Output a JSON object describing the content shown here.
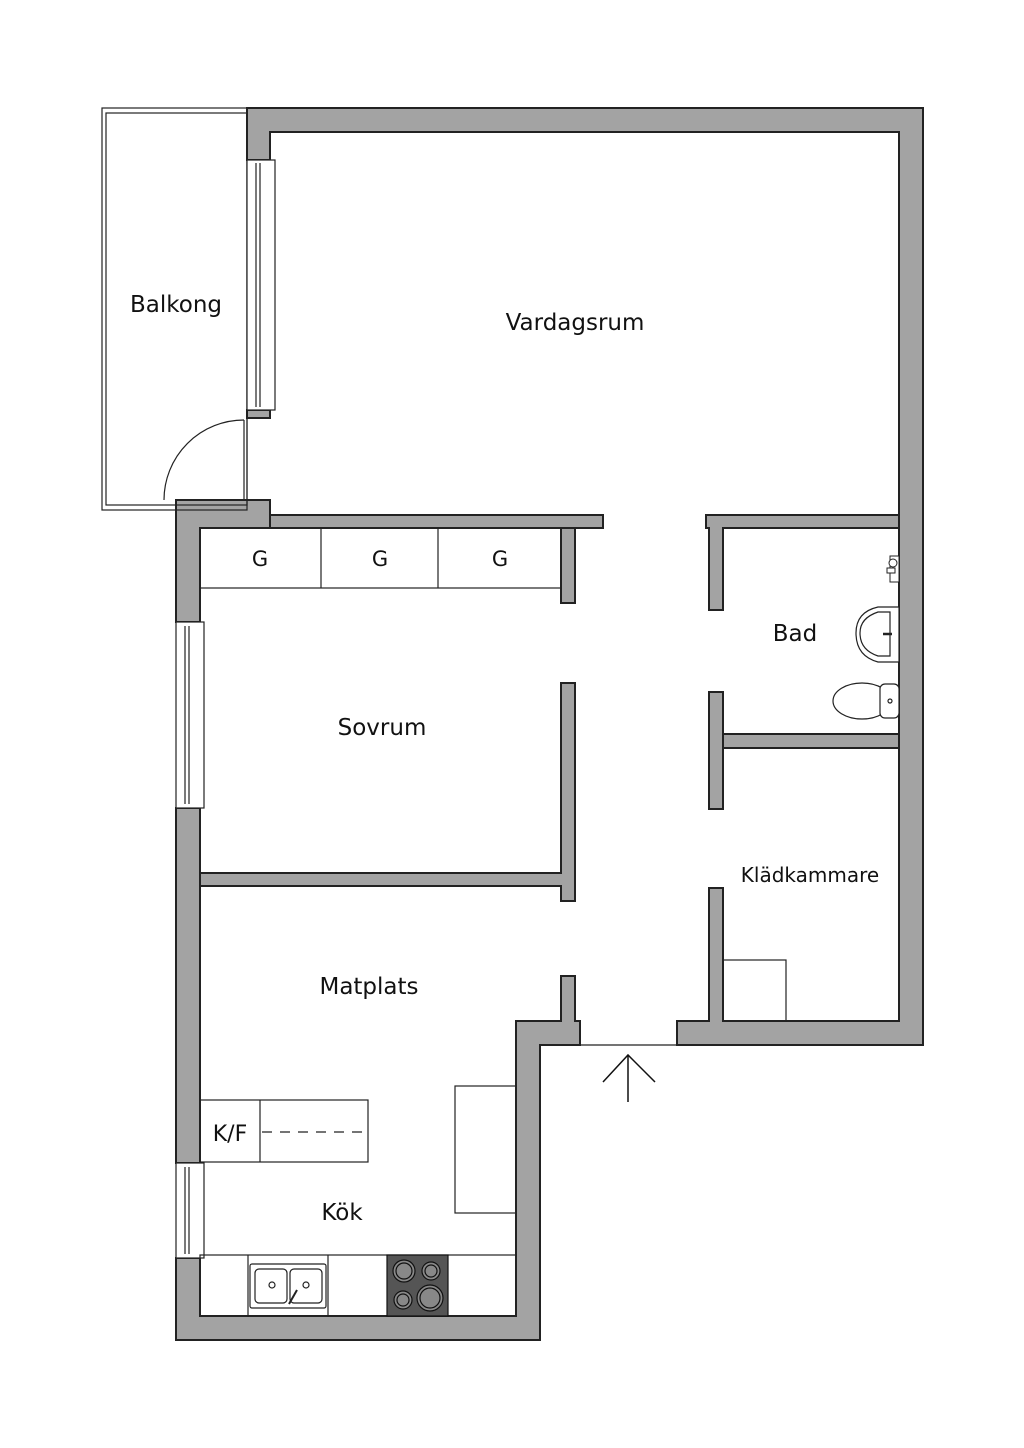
{
  "rooms": {
    "balcony": "Balkong",
    "living_room": "Vardagsrum",
    "bathroom": "Bad",
    "bedroom": "Sovrum",
    "walk_in_closet": "Klädkammare",
    "dining": "Matplats",
    "kitchen": "Kök"
  },
  "fixtures": {
    "wardrobes": [
      "G",
      "G",
      "G"
    ],
    "fridge_freezer": "K/F"
  },
  "colors": {
    "wall": "#a3a3a3",
    "outline": "#222222",
    "stove": "#555555"
  },
  "icons": [
    "entrance-arrow-icon",
    "sink-icon",
    "toilet-icon",
    "stove-icon",
    "kitchen-sink-icon",
    "door-swing-icon",
    "window-icon"
  ]
}
